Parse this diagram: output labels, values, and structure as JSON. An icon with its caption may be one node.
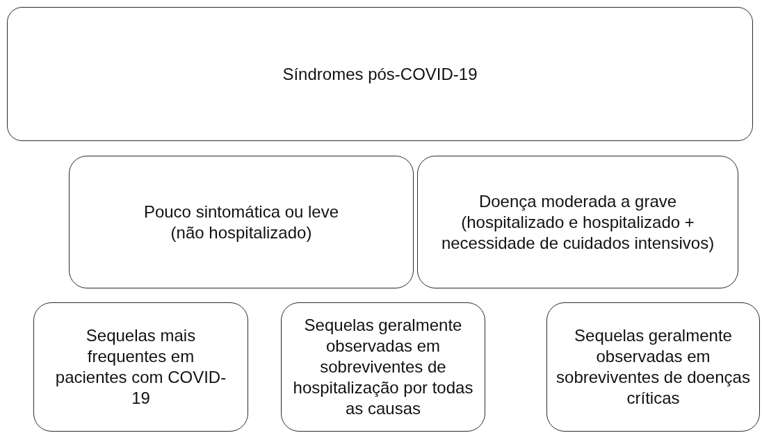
{
  "diagram": {
    "nodes": [
      {
        "text": [
          "Síndromes pós-COVID-19"
        ]
      },
      {
        "text": [
          "Pouco sintomática ou leve (não hospitalizado)"
        ]
      },
      {
        "text": [
          "Doença moderada a grave (hospitalizado e hospitalizado + necessidade de cuidados intensivos)"
        ]
      },
      {
        "text": [
          "Sequelas mais frequentes em pacientes com COVID-19"
        ]
      },
      {
        "text": [
          "Sequelas geralmente observadas em sobreviventes de hospitalização por todas as causas"
        ]
      },
      {
        "text": [
          "Sequelas geralmente observadas em sobreviventes de doenças críticas"
        ]
      }
    ]
  }
}
